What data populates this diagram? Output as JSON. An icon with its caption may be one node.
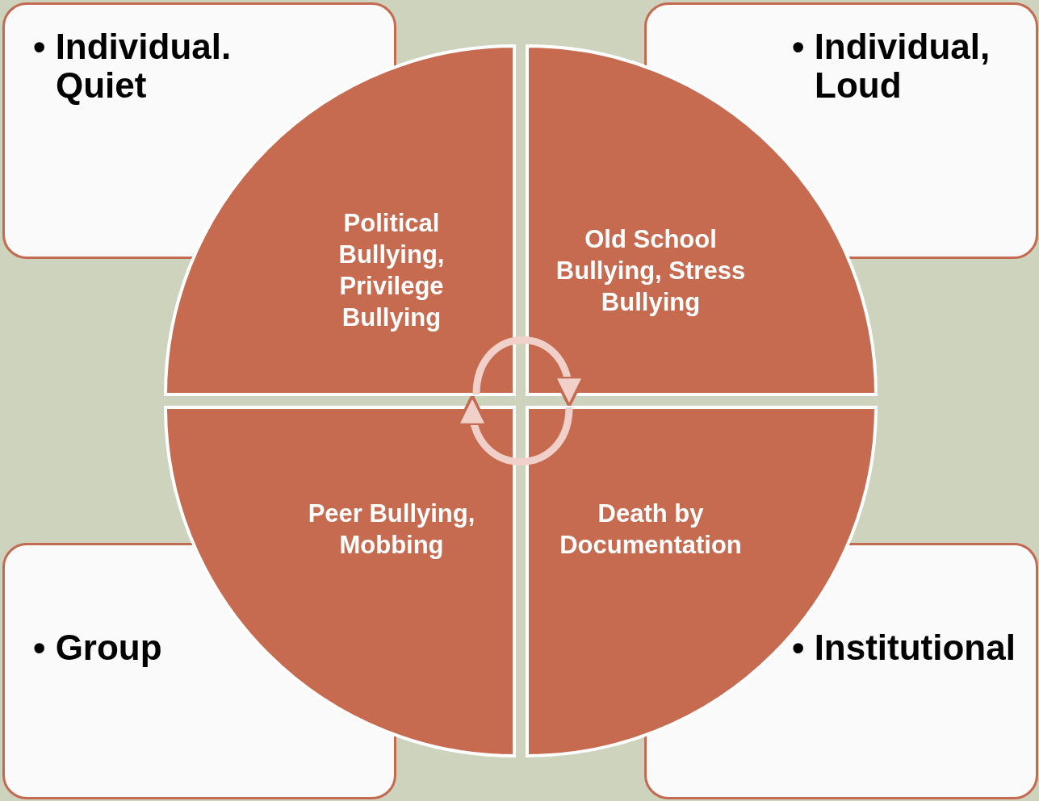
{
  "diagram": {
    "nodes": [
      {
        "text": [
          "• Individual. Quiet"
        ]
      },
      {
        "text": [
          "• Individual, Loud"
        ]
      },
      {
        "text": [
          "• Group"
        ]
      },
      {
        "text": [
          "• Institutional"
        ]
      },
      {
        "text": [
          "Political Bullying, Privilege Bullying"
        ]
      },
      {
        "text": [
          "Old School Bullying, Stress Bullying"
        ]
      },
      {
        "text": [
          "Peer Bullying, Mobbing"
        ]
      },
      {
        "text": [
          "Death by Documentation"
        ]
      }
    ],
    "edges": [
      {
        "from": 4,
        "to": 5,
        "arrow": "to"
      },
      {
        "from": 7,
        "to": 6,
        "arrow": "to"
      }
    ]
  }
}
